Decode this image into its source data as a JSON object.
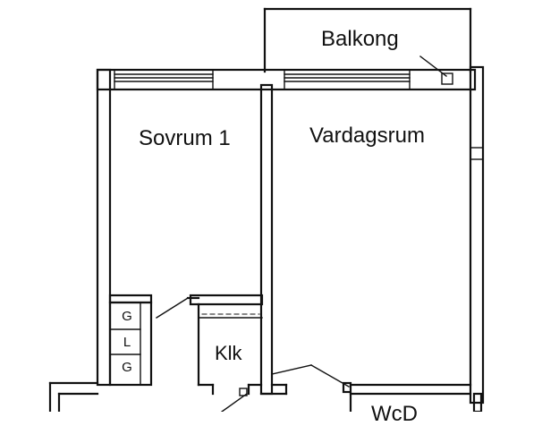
{
  "rooms": {
    "balcony": "Balkong",
    "bedroom": "Sovrum 1",
    "living": "Vardagsrum",
    "closet_room": "Klk",
    "bathroom": "WcD"
  },
  "closets": [
    "G",
    "L",
    "G"
  ]
}
